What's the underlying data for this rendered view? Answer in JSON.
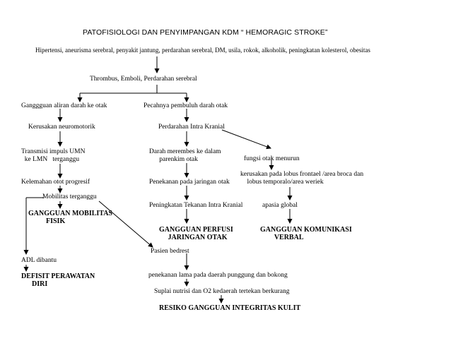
{
  "title": "PATOFISIOLOGI DAN PENYIMPANGAN KDM “ HEMORAGIC STROKE”",
  "nodes": {
    "causes": "Hipertensi, aneurisma serebral, penyakit jantung, perdarahan serebral, DM, usila, rokok, alkoholik, peningkatan kolesterol, obesitas",
    "thrombus": "Thrombus, Emboli, Perdarahan serebral",
    "gangguan_aliran": "Ganggguan aliran darah ke otak",
    "pecahnya": "Pecahnya pembuluh darah otak",
    "kerusakan_neuro": "Kerusakan neuromotorik",
    "perdarahan_ik": "Perdarahan Intra Kranial",
    "transmisi": "Transmisi impuls UMN\n  ke LMN   terganggu",
    "darah_merembes": "Darah merembes ke dalam\n      parenkim otak",
    "fungsi_otak": "fungsi otak menurun",
    "kerusakan_lobus": "kerusakan pada lobus frontael /area broca dan\n    lobus temporalo/area weriek",
    "kelemahan": "Kelemahan otot progresif",
    "penekanan": "Penekanan pada jaringan otak",
    "mobilitas": "Mobilitas terganggu",
    "peningkatan_tik": "Peningkatan Tekanan Intra Kranial",
    "apasia": "apasia global",
    "dx_mobilitas": "GANGGUAN MOBILITAS\n          FISIK",
    "dx_perfusi": "GANGGUAN PERFUSI\n     JARINGAN OTAK",
    "dx_komunikasi": "GANGGUAN KOMUNIKASI\n        VERBAL",
    "pasien_bedrest": "Pasien bedrest",
    "adl": "ADL dibantu",
    "dx_perawatan": "DEFISIT PERAWATAN\n      DIRI",
    "penekanan_lama": "penekanan lama pada daerah punggung dan bokong",
    "suplai": "Suplai nutrisi dan O2 kedaerah tertekan berkurang",
    "dx_kulit": "RESIKO GANGGUAN INTEGRITAS KULIT"
  },
  "colors": {
    "text": "#000000",
    "line": "#000000",
    "background": "#ffffff"
  }
}
